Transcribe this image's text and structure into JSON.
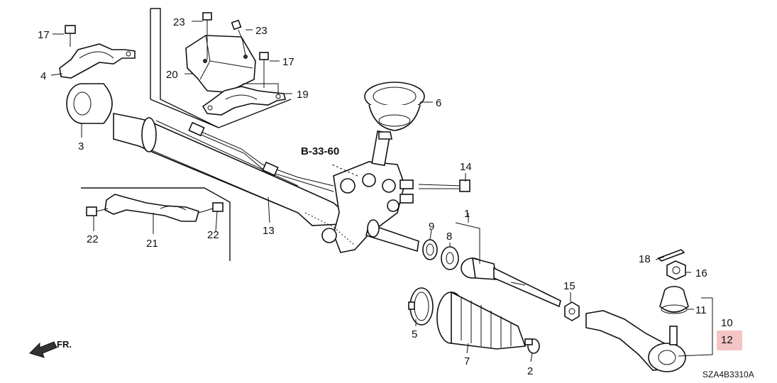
{
  "reference": "B-33-60",
  "direction_label": "FR.",
  "diagram_code": "SZA4B3310A",
  "highlight_color": "#f4c4c4",
  "callouts": {
    "c1": "1",
    "c2": "2",
    "c3": "3",
    "c4": "4",
    "c5": "5",
    "c6": "6",
    "c7": "7",
    "c8": "8",
    "c9": "9",
    "c10": "10",
    "c11": "11",
    "c12": "12",
    "c13": "13",
    "c14": "14",
    "c15": "15",
    "c16": "16",
    "c17a": "17",
    "c17b": "17",
    "c18": "18",
    "c19": "19",
    "c20": "20",
    "c21": "21",
    "c22a": "22",
    "c22b": "22",
    "c23a": "23",
    "c23b": "23"
  }
}
